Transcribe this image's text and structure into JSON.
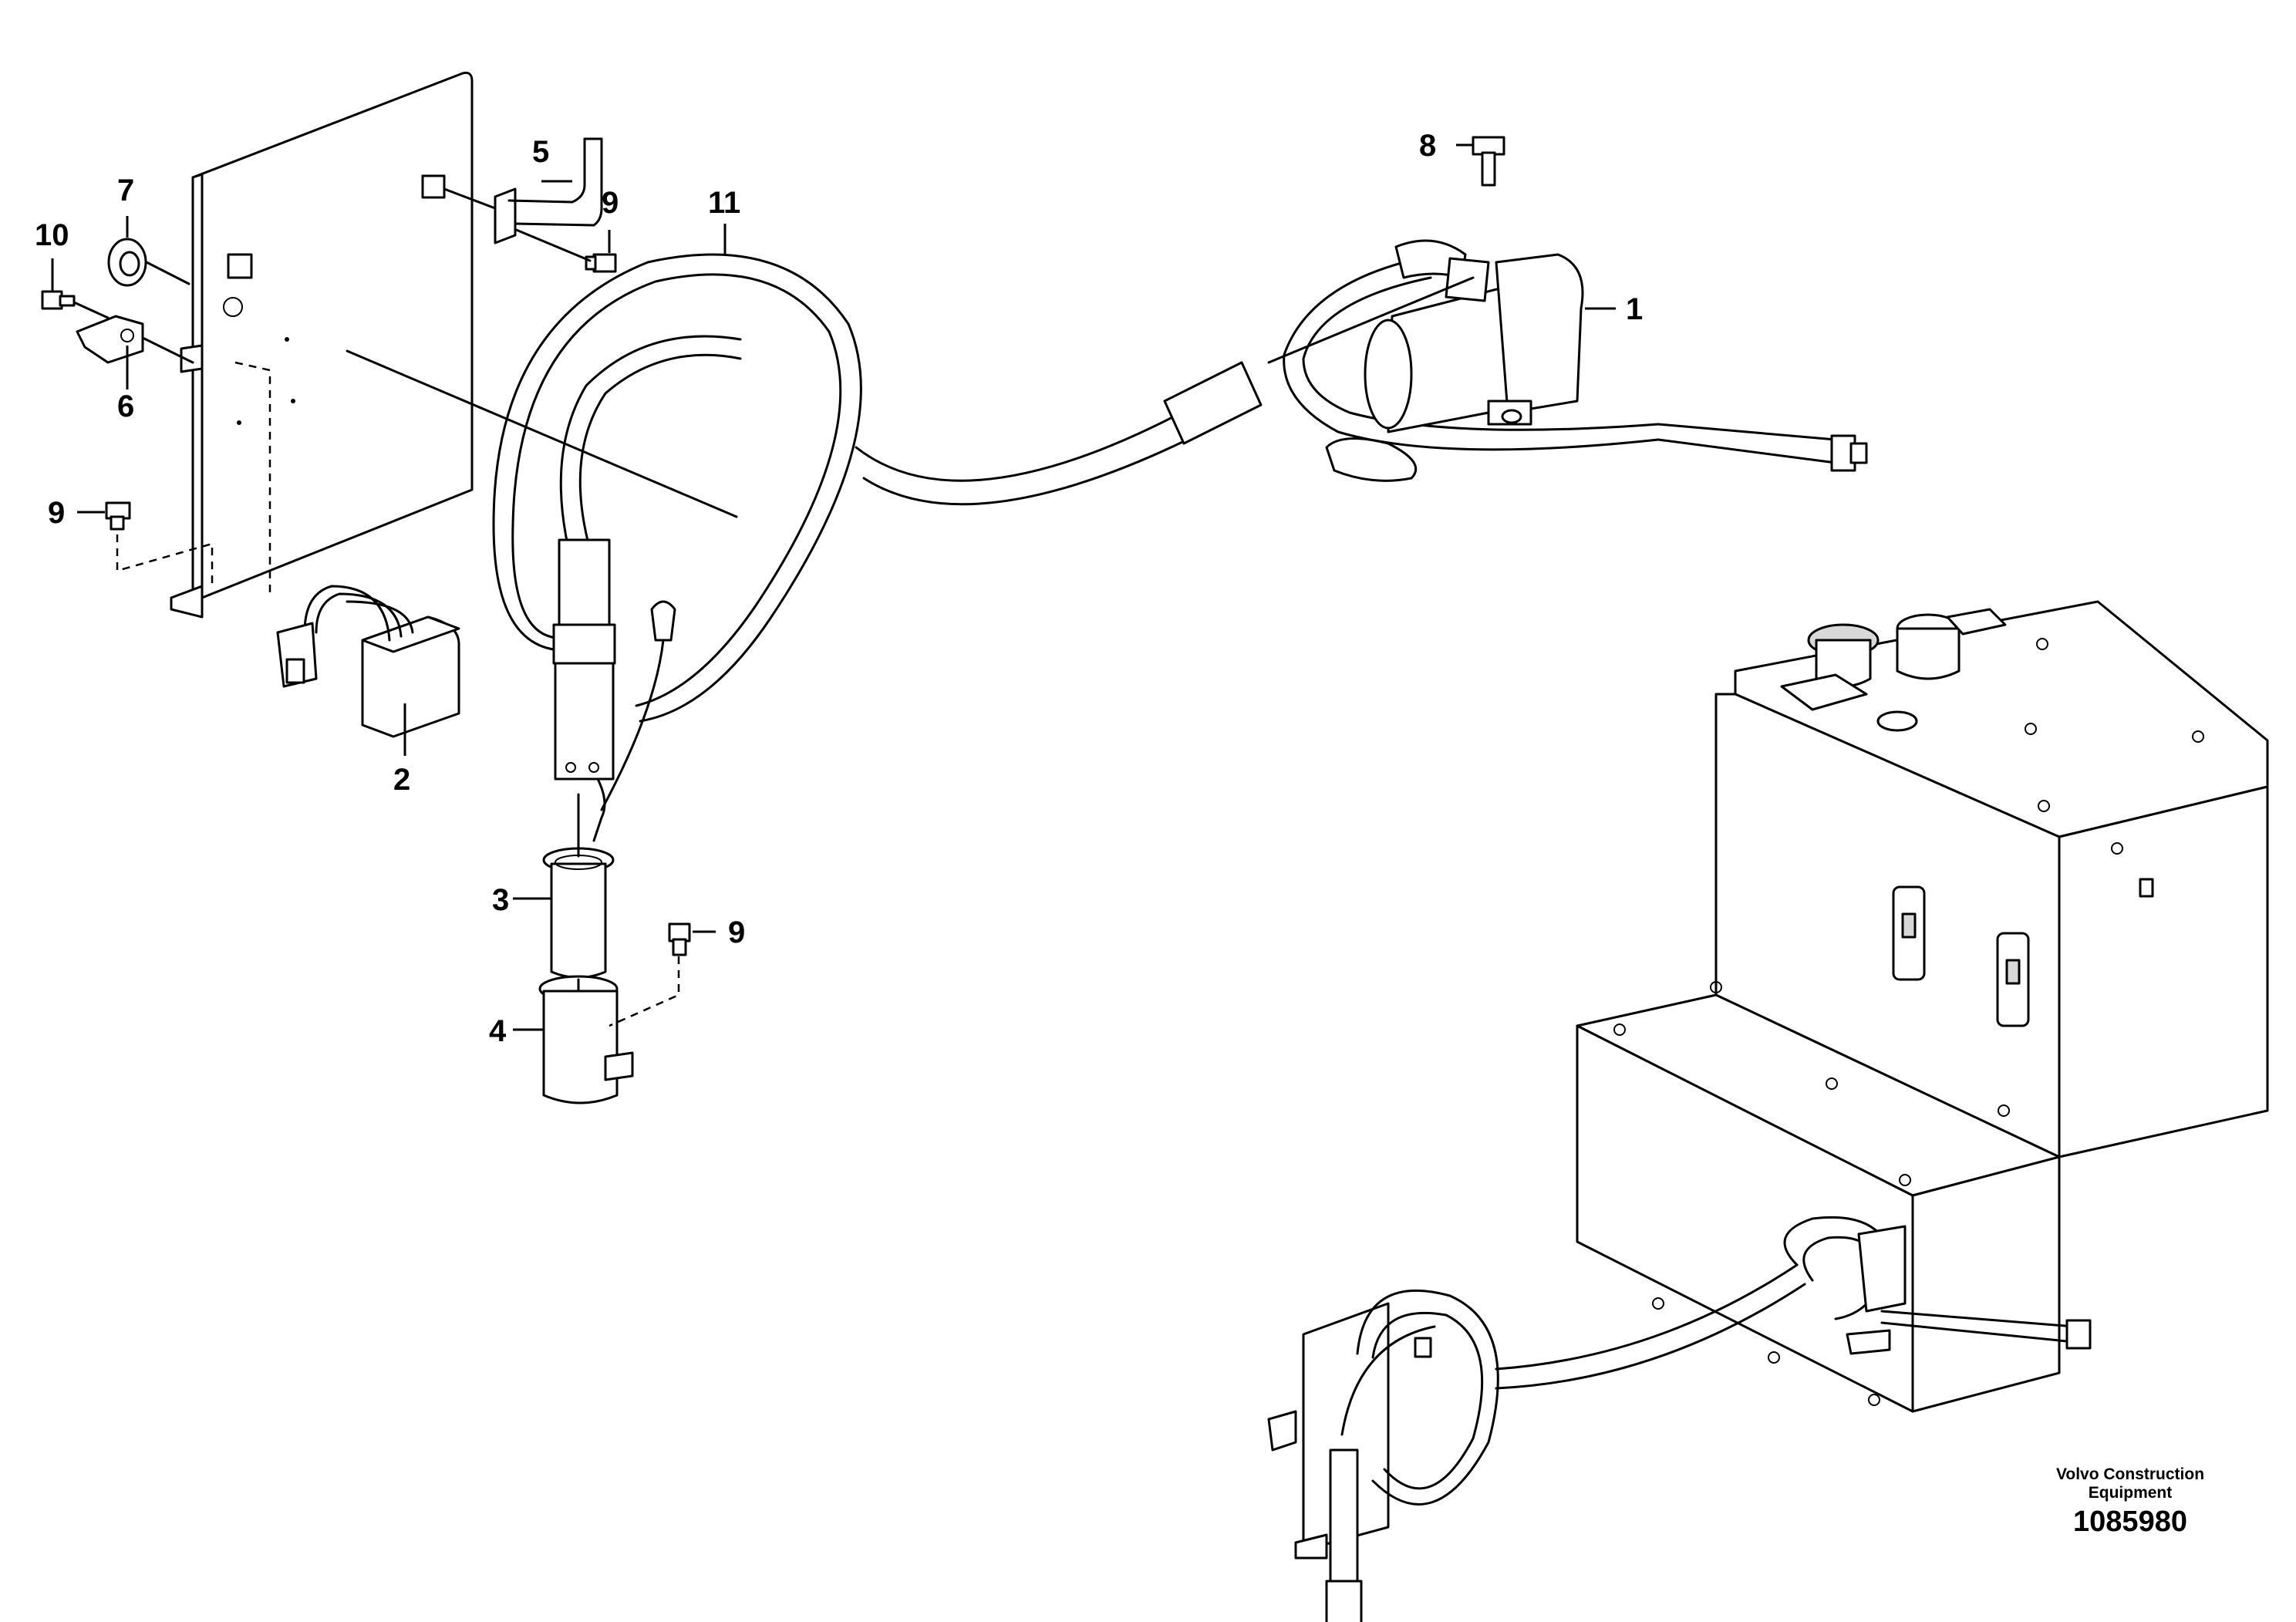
{
  "callouts": {
    "c1": "1",
    "c2": "2",
    "c3": "3",
    "c4": "4",
    "c5": "5",
    "c6": "6",
    "c7": "7",
    "c8": "8",
    "c9a": "9",
    "c9b": "9",
    "c9c": "9",
    "c10": "10",
    "c11": "11"
  },
  "brand": {
    "line1": "Volvo Construction",
    "line2": "Equipment"
  },
  "drawing_number": "1085980"
}
